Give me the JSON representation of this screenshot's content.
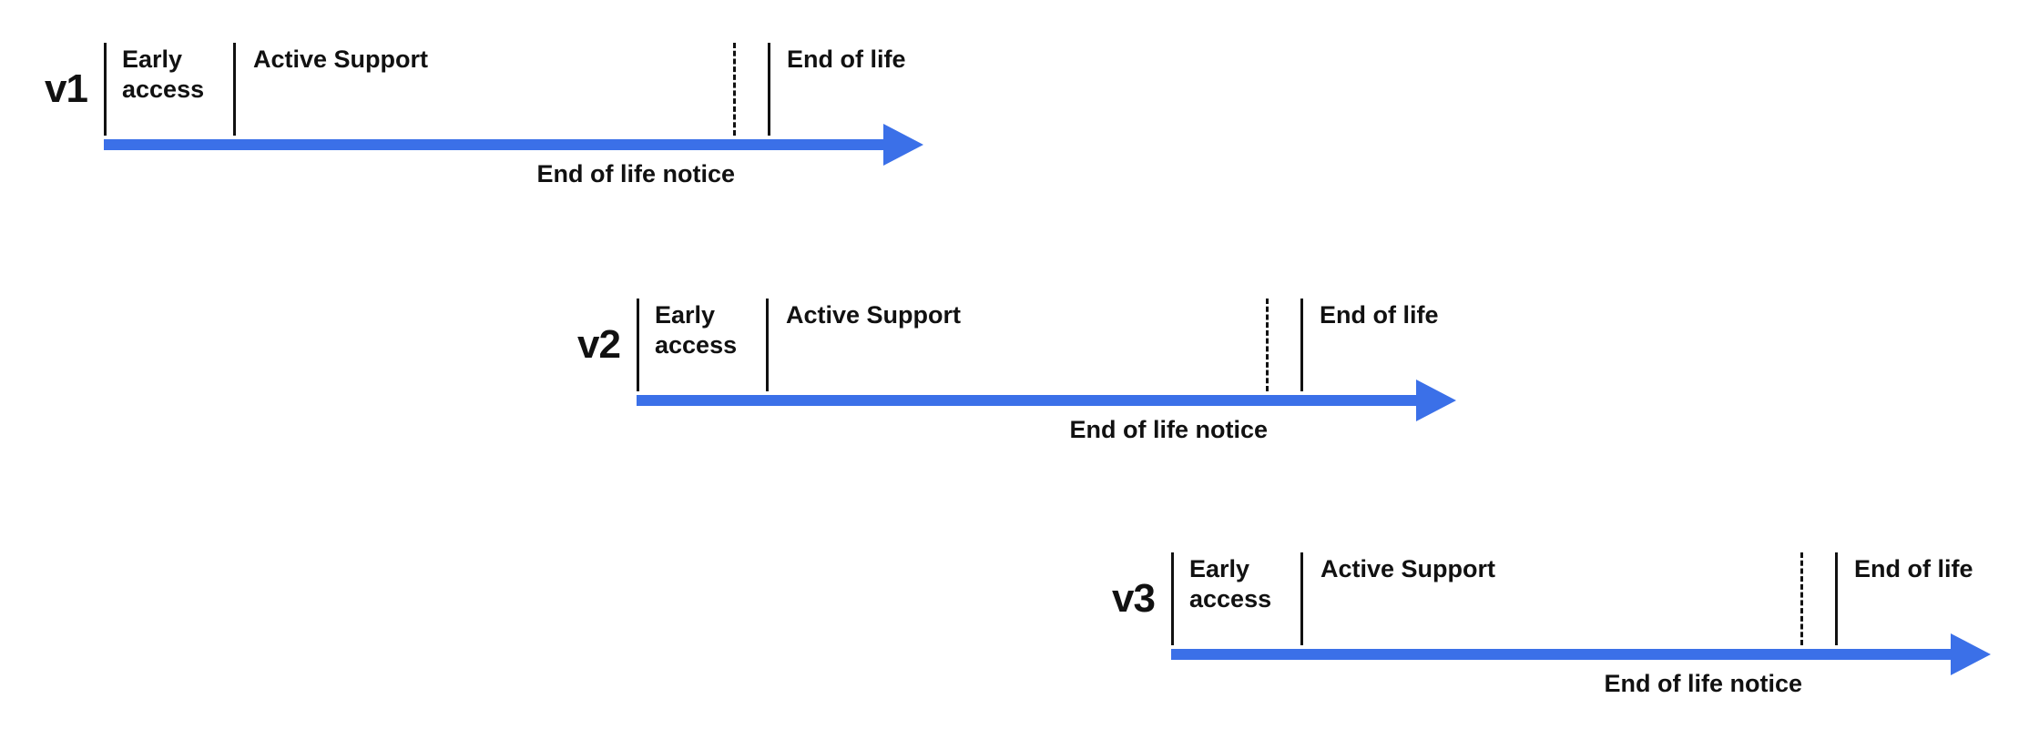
{
  "diagram": {
    "name": "version-lifecycle-timelines",
    "colors": {
      "arrow": "#3b70e8",
      "ink": "#111111"
    },
    "timelines": [
      {
        "version": "v1",
        "labels": {
          "early_access": "Early access",
          "active_support": "Active Support",
          "end_of_life": "End of life",
          "end_of_life_notice": "End of life notice"
        }
      },
      {
        "version": "v2",
        "labels": {
          "early_access": "Early access",
          "active_support": "Active Support",
          "end_of_life": "End of life",
          "end_of_life_notice": "End of life notice"
        }
      },
      {
        "version": "v3",
        "labels": {
          "early_access": "Early access",
          "active_support": "Active Support",
          "end_of_life": "End of life",
          "end_of_life_notice": "End of life notice"
        }
      }
    ]
  }
}
